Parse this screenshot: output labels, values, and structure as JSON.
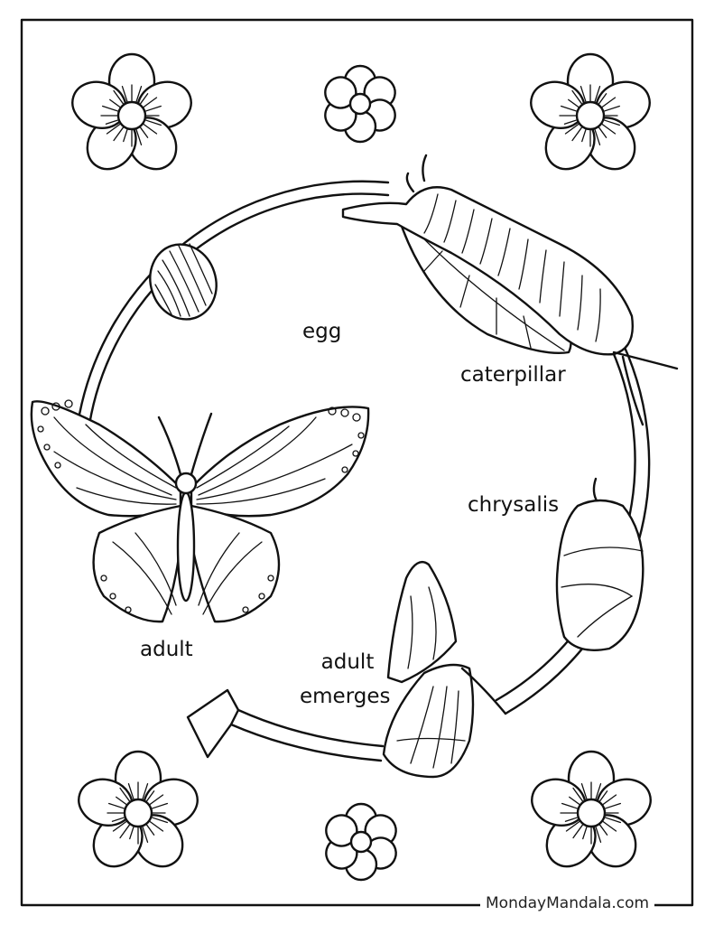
{
  "labels": {
    "egg": "egg",
    "caterpillar": "caterpillar",
    "chrysalis": "chrysalis",
    "adult": "adult",
    "adult_emerges_line1": "adult",
    "adult_emerges_line2": "emerges"
  },
  "footer": {
    "brand": "MondayMandala.com"
  },
  "icons": [
    "flower-icon",
    "egg-icon",
    "caterpillar-icon",
    "leaf-icon",
    "chrysalis-icon",
    "emerging-butterfly-icon",
    "butterfly-icon",
    "cycle-arrow-icon"
  ],
  "colors": {
    "ink": "#111111",
    "paper": "#ffffff"
  }
}
